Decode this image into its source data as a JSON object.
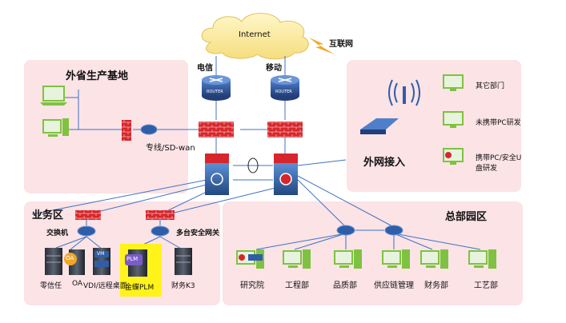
{
  "internet": {
    "label": "Internet",
    "public_net": "互联网"
  },
  "isp": {
    "telecom": "电信",
    "mobile": "移动"
  },
  "router_text": "ROUTER",
  "zones": {
    "remote_base": {
      "title": "外省生产基地",
      "link_label": "专线/SD-wan"
    },
    "external_access": {
      "title": "外网接入",
      "items": [
        {
          "label": "其它部门"
        },
        {
          "label": "未携带PC研发"
        },
        {
          "label": "携带PC/安全U盘研发"
        }
      ]
    },
    "business": {
      "title": "业务区",
      "switch_label": "交换机",
      "gateway_label": "多台安全网关",
      "servers": [
        {
          "label": "零信任",
          "badge": ""
        },
        {
          "label": "OA",
          "badge": "OA"
        },
        {
          "label": "VDI/远程桌面",
          "badge": "VM"
        },
        {
          "label": "金蝶PLM",
          "badge": "PLM",
          "highlight": true
        },
        {
          "label": "财务K3",
          "badge": ""
        }
      ]
    },
    "hq": {
      "title": "总部园区",
      "departments": [
        "研究院",
        "工程部",
        "品质部",
        "供应链管理",
        "财务部",
        "工艺部"
      ]
    }
  },
  "colors": {
    "zone_fill": "#fbe3e6",
    "line": "#3f72c4",
    "highlight": "#fff31a",
    "firewall": "#d7262b",
    "device_blue": "#2f5ea8",
    "pc_green": "#7fc241"
  }
}
